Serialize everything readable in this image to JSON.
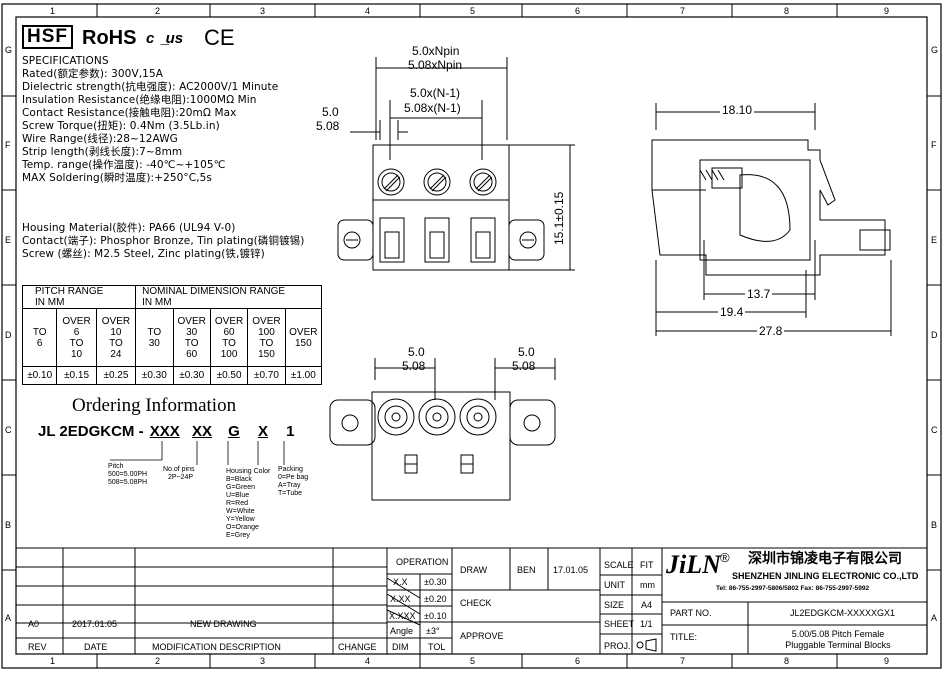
{
  "frame": {
    "cols": [
      "1",
      "2",
      "3",
      "4",
      "5",
      "6",
      "7",
      "8",
      "9"
    ],
    "rows": [
      "G",
      "F",
      "E",
      "D",
      "C",
      "B",
      "A"
    ]
  },
  "marks": {
    "hsf": "HSF",
    "rohs": "RoHS",
    "ul": "cⓤ̲̲us",
    "ce": "CE"
  },
  "specs": [
    "SPECIFICATIONS",
    "Rated(额定参数): 300V,15A",
    "Dielectric strength(抗电强度): AC2000V/1 Minute",
    "Insulation Resistance(绝缘电阻):1000MΩ Min",
    "Contact Resistance(接触电阻):20mΩ Max",
    "Screw Torque(扭矩): 0.4Nm (3.5Lb.in)",
    "Wire Range(线径):28~12AWG",
    "Strip length(剥线长度):7~8mm",
    "Temp. range(操作温度): -40℃~+105℃",
    "MAX Soldering(瞬时温度):+250°C,5s"
  ],
  "materials": [
    "Housing Material(胶件): PA66 (UL94 V-0)",
    "Contact(端子): Phosphor Bronze, Tin plating(磷铜镀锡)",
    "Screw (螺丝): M2.5 Steel, Zinc plating(铁,镀锌)"
  ],
  "tolerance_table": {
    "pitch_header": "PITCH RANGE",
    "pitch_unit": "IN MM",
    "nominal_header": "NOMINAL DIMENSION RANGE",
    "nominal_unit": "IN MM",
    "ranges": [
      [
        "TO",
        "6"
      ],
      [
        "OVER",
        "6",
        "TO",
        "10"
      ],
      [
        "OVER",
        "10",
        "TO",
        "24"
      ],
      [
        "TO",
        "30"
      ],
      [
        "OVER",
        "30",
        "TO",
        "60"
      ],
      [
        "OVER",
        "60",
        "TO",
        "100"
      ],
      [
        "OVER",
        "100",
        "TO",
        "150"
      ],
      [
        "OVER",
        "150"
      ]
    ],
    "values": [
      "±0.10",
      "±0.15",
      "±0.25",
      "±0.30",
      "±0.30",
      "±0.50",
      "±0.70",
      "±1.00"
    ]
  },
  "ordering": {
    "title": "Ordering Information",
    "code_prefix": "JL 2EDGKCM -",
    "code_parts": [
      "XXX",
      "XX",
      "G",
      "X",
      "1"
    ],
    "pitch_title": "Pitch",
    "pitch_lines": [
      "500=5.00PH",
      "508=5.08PH"
    ],
    "pins_title": "No.of  pins",
    "pins_range": "2P~24P",
    "color_title": "Housing  Color",
    "colors": [
      "B=Black",
      "G=Green",
      "U=Blue",
      "R=Red",
      "W=White",
      "Y=Yellow",
      "O=Orange",
      "E=Grey"
    ],
    "pack_title": "Packing",
    "packs": [
      "0=Pe  bag",
      "A=Tray",
      "T=Tube"
    ]
  },
  "dims": {
    "npin_a": "5.0xNpin",
    "npin_b": "5.08xNpin",
    "n1_a": "5.0x(N-1)",
    "n1_b": "5.08x(N-1)",
    "pitch_a": "5.0",
    "pitch_b": "5.08",
    "height": "15.1±0.15",
    "side_top": "18.10",
    "side_1": "13.7",
    "side_2": "19.4",
    "side_3": "27.8"
  },
  "title_block": {
    "rev_rows": [
      [
        "A0",
        "2017.01.05",
        "NEW DRAWING"
      ]
    ],
    "rev_head": [
      "REV",
      "DATE",
      "MODIFICATION  DESCRIPTION",
      "CHANGE"
    ],
    "operation": "OPERATION",
    "tol_rows": [
      [
        "X.X",
        "±0.30"
      ],
      [
        "X.XX",
        "±0.20"
      ],
      [
        "X.XXX",
        "±0.10"
      ],
      [
        "Angle",
        "±3°"
      ]
    ],
    "dim": "DIM",
    "tol": "TOL",
    "draw": "DRAW",
    "draw_by": "BEN",
    "draw_date": "17.01.05",
    "check": "CHECK",
    "approve": "APPROVE",
    "scale": "SCALE",
    "scale_val": "FIT",
    "unit": "UNIT",
    "unit_val": "mm",
    "size": "SIZE",
    "size_val": "A4",
    "sheet": "SHEET",
    "sheet_val": "1/1",
    "proj": "PROJ.",
    "logo": "JiLN",
    "reg": "®",
    "company_cn": "深圳市锦凌电子有限公司",
    "company_en": "SHENZHEN JINLING ELECTRONIC CO.,LTD",
    "contact": "Tel: 86-755-2997-5806/5802   Fax: 86-755-2997-5992",
    "part_no_label": "PART NO.",
    "part_no": "JL2EDGKCM-XXXXXGX1",
    "title_label": "TITLE:",
    "title_1": "5.00/5.08  Pitch  Female",
    "title_2": "Pluggable  Terminal  Blocks"
  }
}
